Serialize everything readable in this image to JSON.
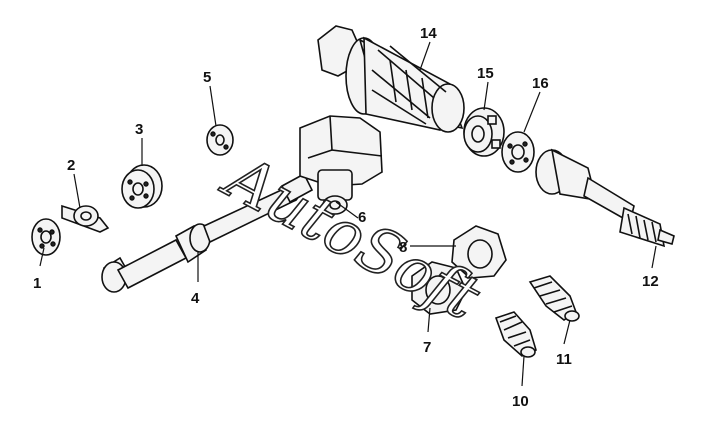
{
  "callouts": [
    {
      "id": "1",
      "label": "1"
    },
    {
      "id": "2",
      "label": "2"
    },
    {
      "id": "3",
      "label": "3"
    },
    {
      "id": "4",
      "label": "4"
    },
    {
      "id": "5",
      "label": "5"
    },
    {
      "id": "6",
      "label": "6"
    },
    {
      "id": "7",
      "label": "7"
    },
    {
      "id": "8",
      "label": "8"
    },
    {
      "id": "10",
      "label": "10"
    },
    {
      "id": "11",
      "label": "11"
    },
    {
      "id": "12",
      "label": "12"
    },
    {
      "id": "14",
      "label": "14"
    },
    {
      "id": "15",
      "label": "15"
    },
    {
      "id": "16",
      "label": "16"
    }
  ],
  "watermark": "AutoSoft"
}
